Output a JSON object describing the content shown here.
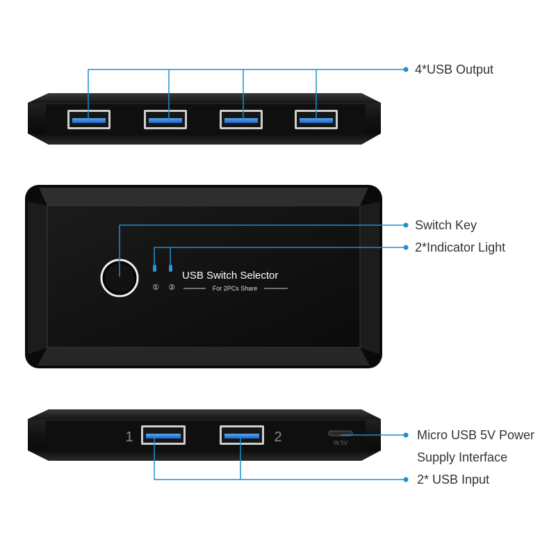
{
  "colors": {
    "leader_line": "#1f8fd0",
    "device_body": "#141414",
    "port_blue": "#2a7fd6",
    "indicator_blue": "#3a8fe6",
    "label_text": "#333333"
  },
  "callouts": {
    "usb_output": "4*USB Output",
    "switch_key": "Switch Key",
    "indicator_light": "2*Indicator Light",
    "power_line1": "Micro USB 5V Power",
    "power_line2": "Supply Interface",
    "usb_input": "2* USB Input"
  },
  "device_top": {
    "title": "USB Switch Selector",
    "subtitle": "For 2PCs Share",
    "indicator_1": "①",
    "indicator_2": "②"
  },
  "device_front": {
    "port_1_label": "1",
    "port_2_label": "2",
    "power_port_label": "IN 5V"
  }
}
